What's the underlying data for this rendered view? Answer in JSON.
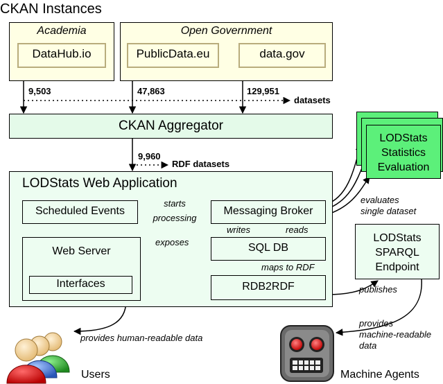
{
  "title": "CKAN Instances",
  "groups": {
    "academia": "Academia",
    "open_government": "Open Government"
  },
  "instances": {
    "datahub": "DataHub.io",
    "publicdata": "PublicData.eu",
    "datagov": "data.gov"
  },
  "counts": {
    "datahub": "9,503",
    "publicdata": "47,863",
    "datagov": "129,951",
    "datasets_label": "datasets"
  },
  "aggregator": {
    "label": "CKAN Aggregator",
    "rdf_count": "9,960",
    "rdf_label": "RDF datasets"
  },
  "webapp": {
    "title": "LODStats Web Application",
    "scheduled_events": "Scheduled Events",
    "messaging_broker": "Messaging Broker",
    "starts": "starts",
    "processing": "processing",
    "writes": "writes",
    "reads": "reads",
    "web_server": "Web Server",
    "interfaces": "Interfaces",
    "exposes": "exposes",
    "sql_db": "SQL DB",
    "maps_to_rdf": "maps to RDF",
    "rdb2rdf": "RDB2RDF"
  },
  "evaluation": {
    "line1": "LODStats",
    "line2": "Statistics",
    "line3": "Evaluation",
    "note1": "evaluates",
    "note2": "single dataset"
  },
  "sparql": {
    "line1": "LODStats",
    "line2": "SPARQL",
    "line3": "Endpoint",
    "publishes": "publishes",
    "provides1": "provides",
    "provides2": "machine-readable",
    "provides3": "data"
  },
  "users": {
    "provides_human": "provides human-readable data",
    "label": "Users"
  },
  "machines": {
    "label": "Machine Agents"
  },
  "colors": {
    "box_fill": "#ffffe4",
    "app_fill": "#edfdf1",
    "aggregator_fill": "#e4fae9",
    "eval_fill": "#5cf07a",
    "beige_border": "#b8ac7c"
  }
}
